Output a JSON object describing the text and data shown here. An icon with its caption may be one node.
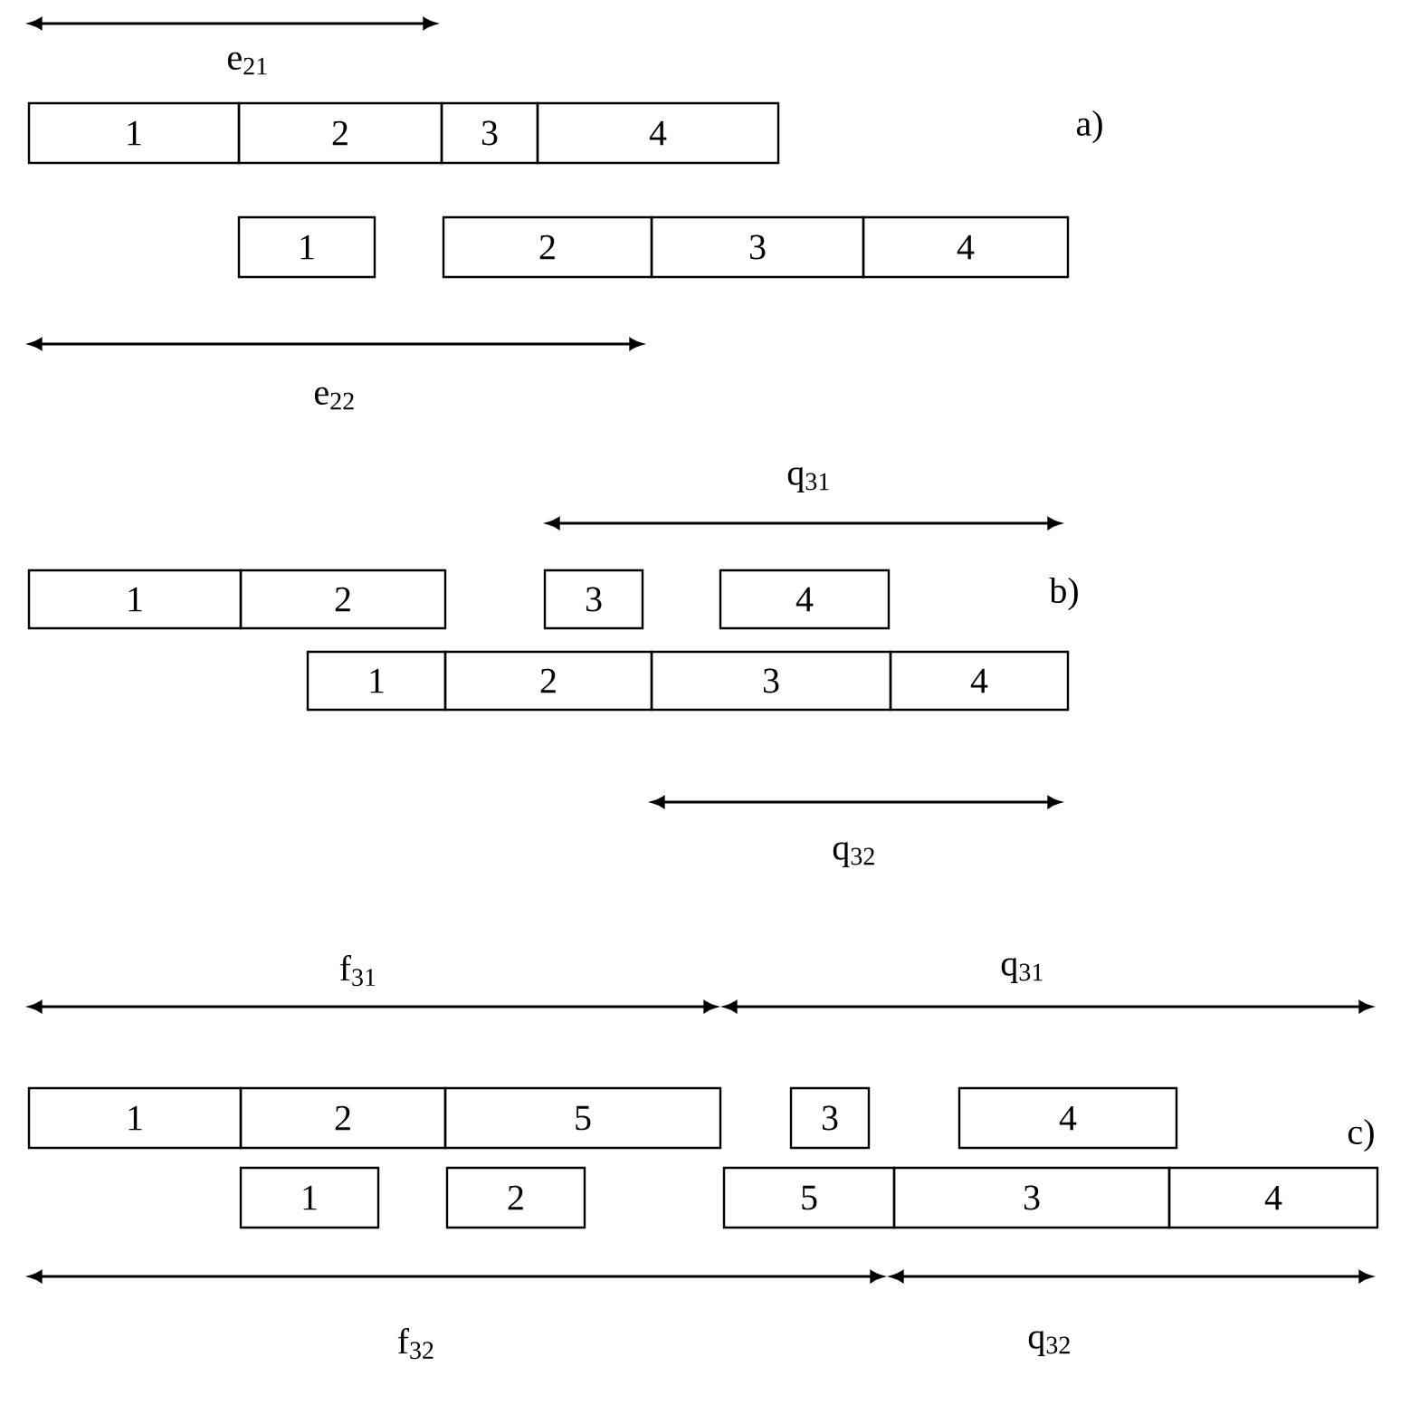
{
  "diagram": {
    "nodes": [
      {
        "text": [
          "1"
        ]
      },
      {
        "text": [
          "2"
        ]
      },
      {
        "text": [
          "3"
        ]
      },
      {
        "text": [
          "4"
        ]
      },
      {
        "text": [
          "1"
        ]
      },
      {
        "text": [
          "2"
        ]
      },
      {
        "text": [
          "3"
        ]
      },
      {
        "text": [
          "4"
        ]
      },
      {
        "text": [
          "1"
        ]
      },
      {
        "text": [
          "2"
        ]
      },
      {
        "text": [
          "3"
        ]
      },
      {
        "text": [
          "4"
        ]
      },
      {
        "text": [
          "1"
        ]
      },
      {
        "text": [
          "2"
        ]
      },
      {
        "text": [
          "3"
        ]
      },
      {
        "text": [
          "4"
        ]
      },
      {
        "text": [
          "1"
        ]
      },
      {
        "text": [
          "2"
        ]
      },
      {
        "text": [
          "5"
        ]
      },
      {
        "text": [
          "3"
        ]
      },
      {
        "text": [
          "4"
        ]
      },
      {
        "text": [
          "1"
        ]
      },
      {
        "text": [
          "2"
        ]
      },
      {
        "text": [
          "5"
        ]
      },
      {
        "text": [
          "3"
        ]
      },
      {
        "text": [
          "4"
        ]
      }
    ],
    "labels": [
      "e$_{21}$",
      "a)",
      "e$_{22}$",
      "q$_{31}$",
      "b)",
      "q$_{32}$",
      "f$_{31}$",
      "q$_{31}$",
      "c)",
      "f$_{32}$",
      "q$_{32}$"
    ]
  }
}
